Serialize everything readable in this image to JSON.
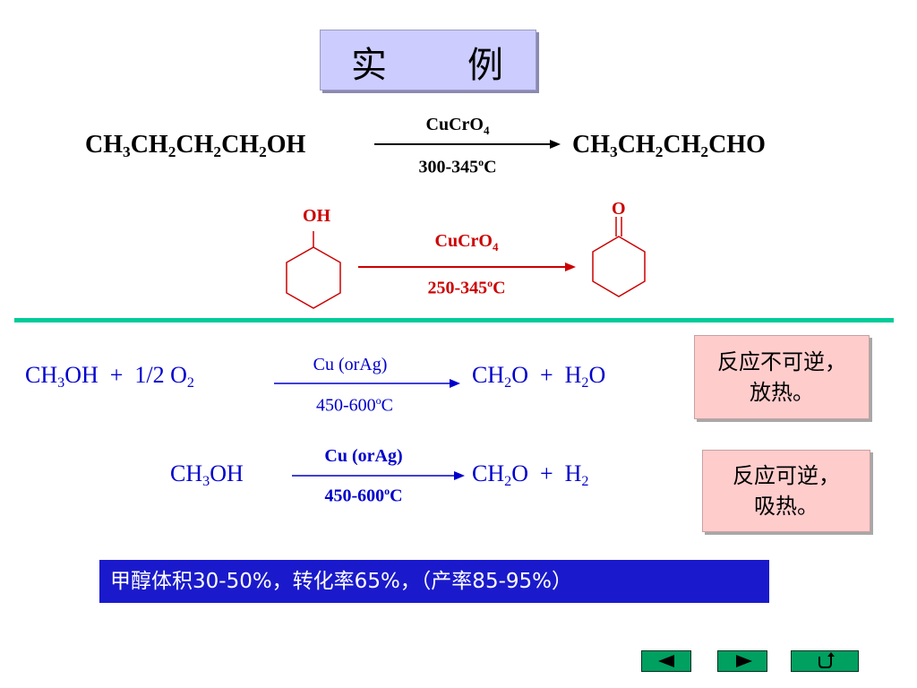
{
  "title": {
    "left": "实",
    "right": "例"
  },
  "reaction1": {
    "catalyst": "CuCrO",
    "catalyst_sub": "4",
    "temp": "300-345",
    "temp_unit": "C"
  },
  "reaction2": {
    "oh_label": "OH",
    "o_label": "O",
    "catalyst": "CuCrO",
    "catalyst_sub": "4",
    "temp": "250-345",
    "temp_unit": "C"
  },
  "reaction3": {
    "reactant_plus": "+",
    "reactant_o2": "1/2 O",
    "catalyst": "Cu (orAg)",
    "temp": "450-600",
    "temp_unit": "C",
    "product_plus": "+"
  },
  "reaction4": {
    "catalyst": "Cu (orAg)",
    "temp": "450-600",
    "temp_unit": "C",
    "product_plus": "+"
  },
  "note1": {
    "line1": "反应不可逆，",
    "line2": "放热。"
  },
  "note2": {
    "line1": "反应可逆，",
    "line2": "吸热。"
  },
  "banner": {
    "text": "甲醇体积30-50%，转化率65%，（产率85-95%）"
  },
  "nav": {
    "prev": "previous-page",
    "next": "next-page",
    "back": "return"
  },
  "colors": {
    "title_bg": "#ccccff",
    "divider": "#00cc99",
    "red_text": "#cc0000",
    "blue_text": "#0000cc",
    "note_bg": "#ffcccc",
    "banner_bg": "#1a1acc",
    "nav_button": "#00a060"
  }
}
